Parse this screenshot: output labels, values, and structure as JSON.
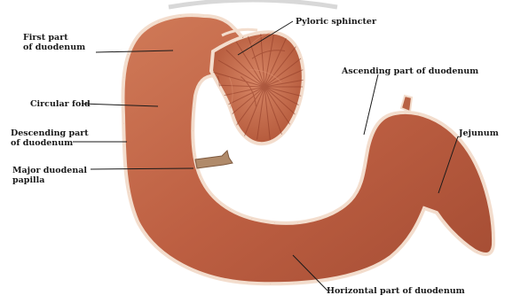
{
  "labels": {
    "first_part": "First part\nof duodenum",
    "pyloric_sphincter": "Pyloric sphincter",
    "circular_fold": "Circular fold",
    "ascending_part": "Ascending part of duodenum",
    "descending_part": "Descending part\nof duodenum",
    "jejunum": "Jejunum",
    "major_papilla": "Major duodenal\npapilla",
    "horizontal_part": "Horizontal part of duodenum"
  },
  "colors": {
    "tissue": "#c4684a",
    "tissue_dark": "#8e3a26",
    "tissue_light": "#dc9070",
    "rim": "#f3ddcd",
    "leader": "#1a1a1a",
    "duct": "#b08a6a"
  }
}
